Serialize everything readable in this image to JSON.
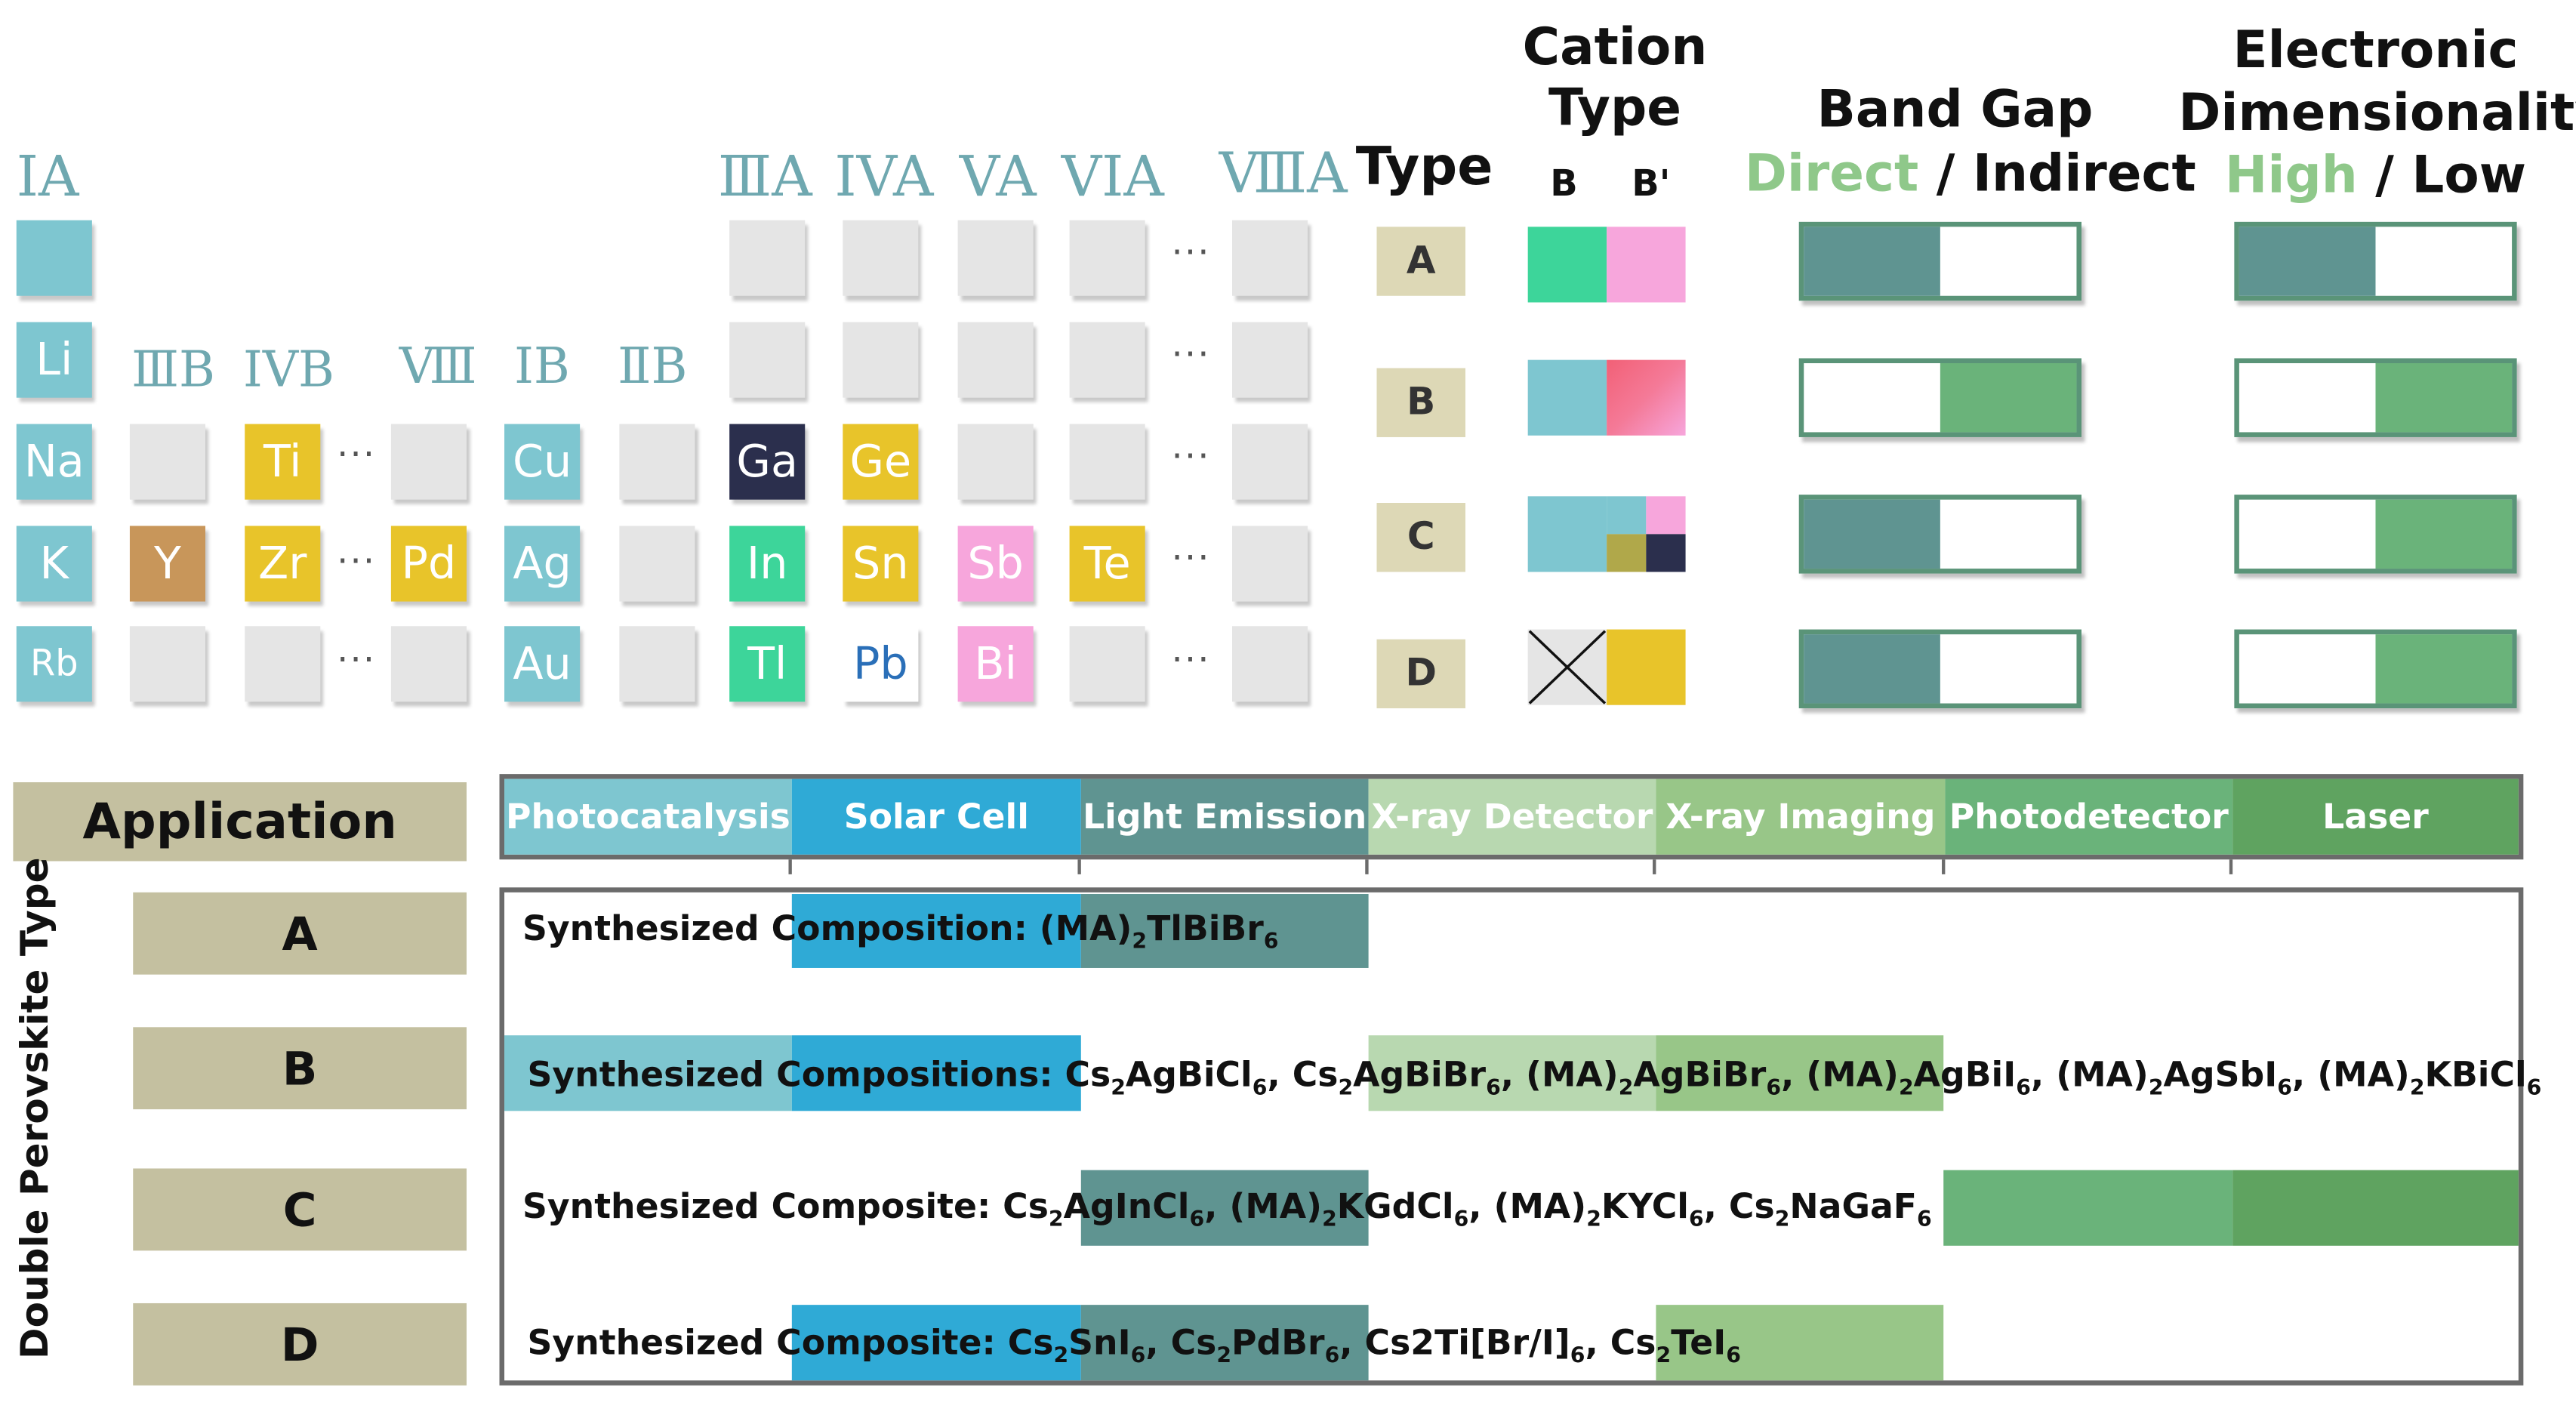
{
  "colors": {
    "alkali": "#7ec6d0",
    "transition": "#e8c42a",
    "y": "#c8965a",
    "ga": "#2b2f4d",
    "iiia": "#3dd59a",
    "sb": "#f7a6dc",
    "gray": "#e5e5e5",
    "dark_green": "#5f9491",
    "green": "#6ab37a",
    "tan": "#ddd8b6"
  },
  "periodic_table": {
    "group_labels": [
      "IA",
      "ⅢB",
      "IVB",
      "Ⅷ",
      "IB",
      "ⅡB",
      "ⅢA",
      "IVA",
      "VA",
      "VIA",
      "ⅧA"
    ],
    "ellipsis": "···",
    "elements": [
      "Li",
      "Na",
      "K",
      "Rb",
      "Y",
      "Ti",
      "Zr",
      "Pd",
      "Cu",
      "Ag",
      "Au",
      "Ga",
      "In",
      "Tl",
      "Ge",
      "Sn",
      "Pb",
      "Sb",
      "Bi",
      "Te"
    ]
  },
  "types_panel": {
    "type_header": "Type",
    "cation_header": [
      "Cation",
      "Type"
    ],
    "b_label": "B",
    "bprime_label": "B'",
    "types": [
      "A",
      "B",
      "C",
      "D"
    ]
  },
  "band_gap": {
    "title": "Band Gap",
    "direct": "Direct",
    "sep": " / ",
    "indirect": "Indirect",
    "states": [
      "direct",
      "indirect",
      "direct",
      "direct"
    ]
  },
  "dimensionality": {
    "title": [
      "Electronic",
      "Dimensionality"
    ],
    "high": "High",
    "sep": " / ",
    "low": "Low",
    "states": [
      "high",
      "low",
      "low",
      "low"
    ]
  },
  "application": {
    "header": "Application",
    "side_label": "Double Perovskite Type",
    "categories": [
      "Photocatalysis",
      "Solar Cell",
      "Light Emission",
      "X-ray Detector",
      "X-ray Imaging",
      "Photodetector",
      "Laser"
    ],
    "category_colors": [
      "#7ec6d0",
      "#2faad6",
      "#5f9491",
      "#b8d8b0",
      "#98c688",
      "#6ab37a",
      "#5fa360"
    ],
    "rows": [
      {
        "type": "A",
        "label": "Synthesized Composition: ",
        "coverage": [
          false,
          true,
          true,
          false,
          false,
          false,
          false
        ]
      },
      {
        "type": "B",
        "label": "Synthesized Compositions: ",
        "coverage": [
          true,
          true,
          false,
          true,
          true,
          false,
          false
        ]
      },
      {
        "type": "C",
        "label": "Synthesized Composite: ",
        "coverage": [
          false,
          false,
          true,
          false,
          false,
          true,
          true
        ]
      },
      {
        "type": "D",
        "label": "Synthesized Composite: ",
        "coverage": [
          false,
          true,
          true,
          false,
          true,
          false,
          false
        ]
      }
    ],
    "formulas": {
      "a": [
        "(MA)",
        "2",
        "TlBiBr",
        "6"
      ],
      "b": [
        "Cs",
        "2",
        "AgBiCl",
        "6",
        ", ",
        "Cs",
        "2",
        "AgBiBr",
        "6",
        ", ",
        "(MA)",
        "2",
        "AgBiBr",
        "6",
        ", ",
        "(MA)",
        "2",
        "AgBiI",
        "6",
        ",  ",
        "(MA)",
        "2",
        "AgSbI",
        "6",
        ", ",
        "(MA)",
        "2",
        "KBiCl",
        "6"
      ],
      "c": [
        "Cs",
        "2",
        "AgInCl",
        "6",
        ", ",
        "(MA)",
        "2",
        "KGdCl",
        "6",
        ", ",
        "(MA)",
        "2",
        "KYCl",
        "6",
        ", ",
        "Cs",
        "2",
        "NaGaF",
        "6"
      ],
      "d": [
        "Cs",
        "2",
        "SnI",
        "6",
        ", ",
        "Cs",
        "2",
        "PdBr",
        "6",
        ", Cs2Ti[Br/I]",
        "6",
        ", ",
        "Cs",
        "2",
        "TeI",
        "6"
      ]
    }
  }
}
